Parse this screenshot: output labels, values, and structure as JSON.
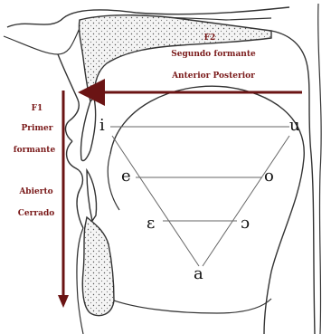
{
  "labels": {
    "f2_title": "F2",
    "f2_line1": "Segundo formante",
    "f2_line2": "Anterior Posterior",
    "f1_title": "F1",
    "f1_line1": "Primer",
    "f1_line2": "formante",
    "f1_line3": "Abierto",
    "f1_line4": "Cerrado"
  },
  "vowels": {
    "i": "i",
    "u": "u",
    "e": "e",
    "o": "o",
    "open_e": "ɛ",
    "open_o": "ɔ",
    "a": "a"
  },
  "colors": {
    "arrow": "#6b1414",
    "label_text": "#7a1a1a",
    "outline": "#333333",
    "stipple": "#e9e9e9",
    "vowel_text": "#111111"
  }
}
